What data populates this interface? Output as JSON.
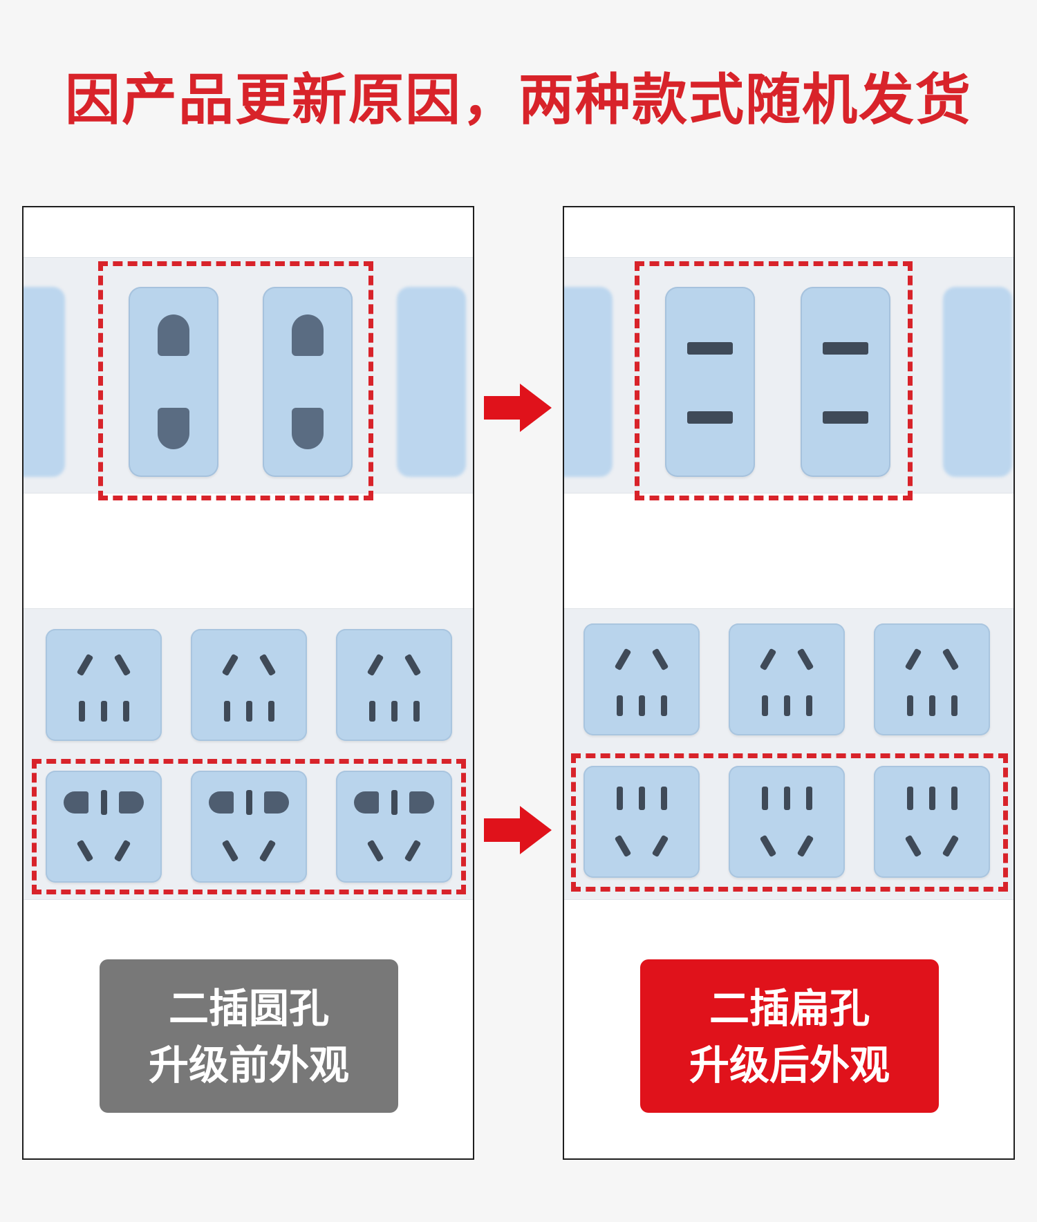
{
  "headline": "因产品更新原因，两种款式随机发货",
  "before": {
    "label_line1": "二插圆孔",
    "label_line2": "升级前外观",
    "label_color": "#787878"
  },
  "after": {
    "label_line1": "二插扁孔",
    "label_line2": "升级后外观",
    "label_color": "#e0121b"
  },
  "colors": {
    "accent_red": "#d8232a",
    "socket_blue": "#b9d4ec",
    "panel_border": "#1e1e1e"
  },
  "icons": {
    "arrow": "right-arrow-icon"
  }
}
